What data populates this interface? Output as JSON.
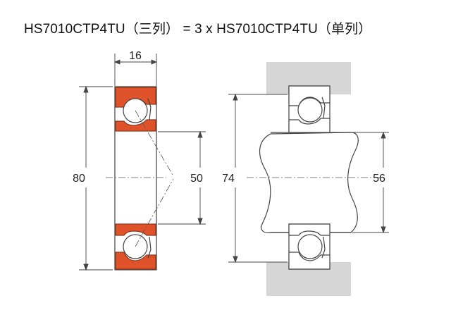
{
  "title": "HS7010CTP4TU（三列） = 3 x HS7010CTP4TU（单列）",
  "dimensions": {
    "width": "16",
    "outer_diameter": "80",
    "bore_diameter": "50",
    "housing_bore": "74",
    "shaft_diameter": "56"
  },
  "colors": {
    "outer_ring": "#e0522a",
    "housing": "#d6d6d6",
    "ball": "#ffffff",
    "line": "#444444"
  }
}
